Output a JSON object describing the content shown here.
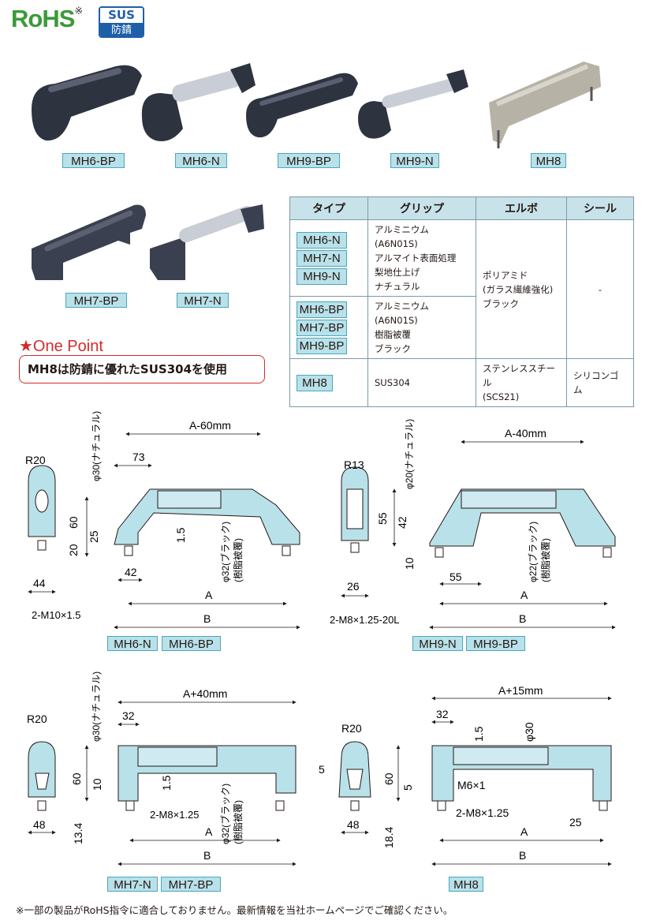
{
  "header": {
    "rohs": "RoHS",
    "rohs_mark": "※",
    "sus_top": "SUS",
    "sus_bottom": "防錆"
  },
  "photos": {
    "row1": [
      "MH6-BP",
      "MH6-N",
      "MH9-BP",
      "MH9-N",
      "MH8"
    ],
    "row2": [
      "MH7-BP",
      "MH7-N"
    ]
  },
  "table": {
    "headers": [
      "タイプ",
      "グリップ",
      "エルボ",
      "シール"
    ],
    "group1": {
      "types": [
        "MH6-N",
        "MH7-N",
        "MH9-N"
      ],
      "grip": [
        "アルミニウム(A6N01S)",
        "アルマイト表面処理",
        "梨地仕上げ",
        "ナチュラル"
      ]
    },
    "group2": {
      "types": [
        "MH6-BP",
        "MH7-BP",
        "MH9-BP"
      ],
      "grip": [
        "アルミニウム(A6N01S)",
        "樹脂被覆",
        "ブラック"
      ]
    },
    "elbow12": [
      "ポリアミド",
      "(ガラス繊維強化)",
      "ブラック"
    ],
    "seal12": "-",
    "group3": {
      "types": [
        "MH8"
      ],
      "grip": "SUS304",
      "elbow": [
        "ステンレススチール",
        "(SCS21)"
      ],
      "seal": "シリコンゴム"
    }
  },
  "one_point": {
    "title": "★One Point",
    "text": "MH8は防錆に優れたSUS304を使用"
  },
  "drawings": {
    "d1": {
      "labels": [
        "MH6-N",
        "MH6-BP"
      ],
      "r": "R20",
      "vert": "φ30(ナチュラル)",
      "top": "A-60mm",
      "d73": "73",
      "d60": "60",
      "d25": "25",
      "d20": "20",
      "d15": "1.5",
      "d42": "42",
      "d44": "44",
      "grip": "φ32(ブラック)",
      "grip2": "(樹脂被覆)",
      "thread": "2-M10×1.5",
      "A": "A",
      "B": "B"
    },
    "d2": {
      "labels": [
        "MH9-N",
        "MH9-BP"
      ],
      "r": "R13",
      "vert": "φ20(ナチュラル)",
      "top": "A-40mm",
      "d55": "55",
      "d42": "42",
      "d10": "10",
      "d55b": "55",
      "d26": "26",
      "grip": "φ22(ブラック)",
      "grip2": "(樹脂被覆)",
      "thread": "2-M8×1.25-20L",
      "A": "A",
      "B": "B"
    },
    "d3": {
      "labels": [
        "MH7-N",
        "MH7-BP"
      ],
      "r": "R20",
      "vert": "φ30(ナチュラル)",
      "top": "A+40mm",
      "d32": "32",
      "d60": "60",
      "d10": "10",
      "d15": "1.5",
      "d134": "13.4",
      "d48": "48",
      "grip": "φ32(ブラック)",
      "grip2": "(樹脂被覆)",
      "thread": "2-M8×1.25",
      "A": "A",
      "B": "B"
    },
    "d4": {
      "labels": [
        "MH8"
      ],
      "r": "R20",
      "top": "A+15mm",
      "d32": "32",
      "d15": "1.5",
      "phi": "φ30",
      "d5": "5",
      "d60": "60",
      "d5b": "5",
      "m6": "M6×1",
      "thread": "2-M8×1.25",
      "d184": "18.4",
      "d48": "48",
      "d25": "25",
      "A": "A",
      "B": "B"
    }
  },
  "footer": "※一部の製品がRoHS指令に適合しておりません。最新情報を当社ホームページでご確認ください。"
}
